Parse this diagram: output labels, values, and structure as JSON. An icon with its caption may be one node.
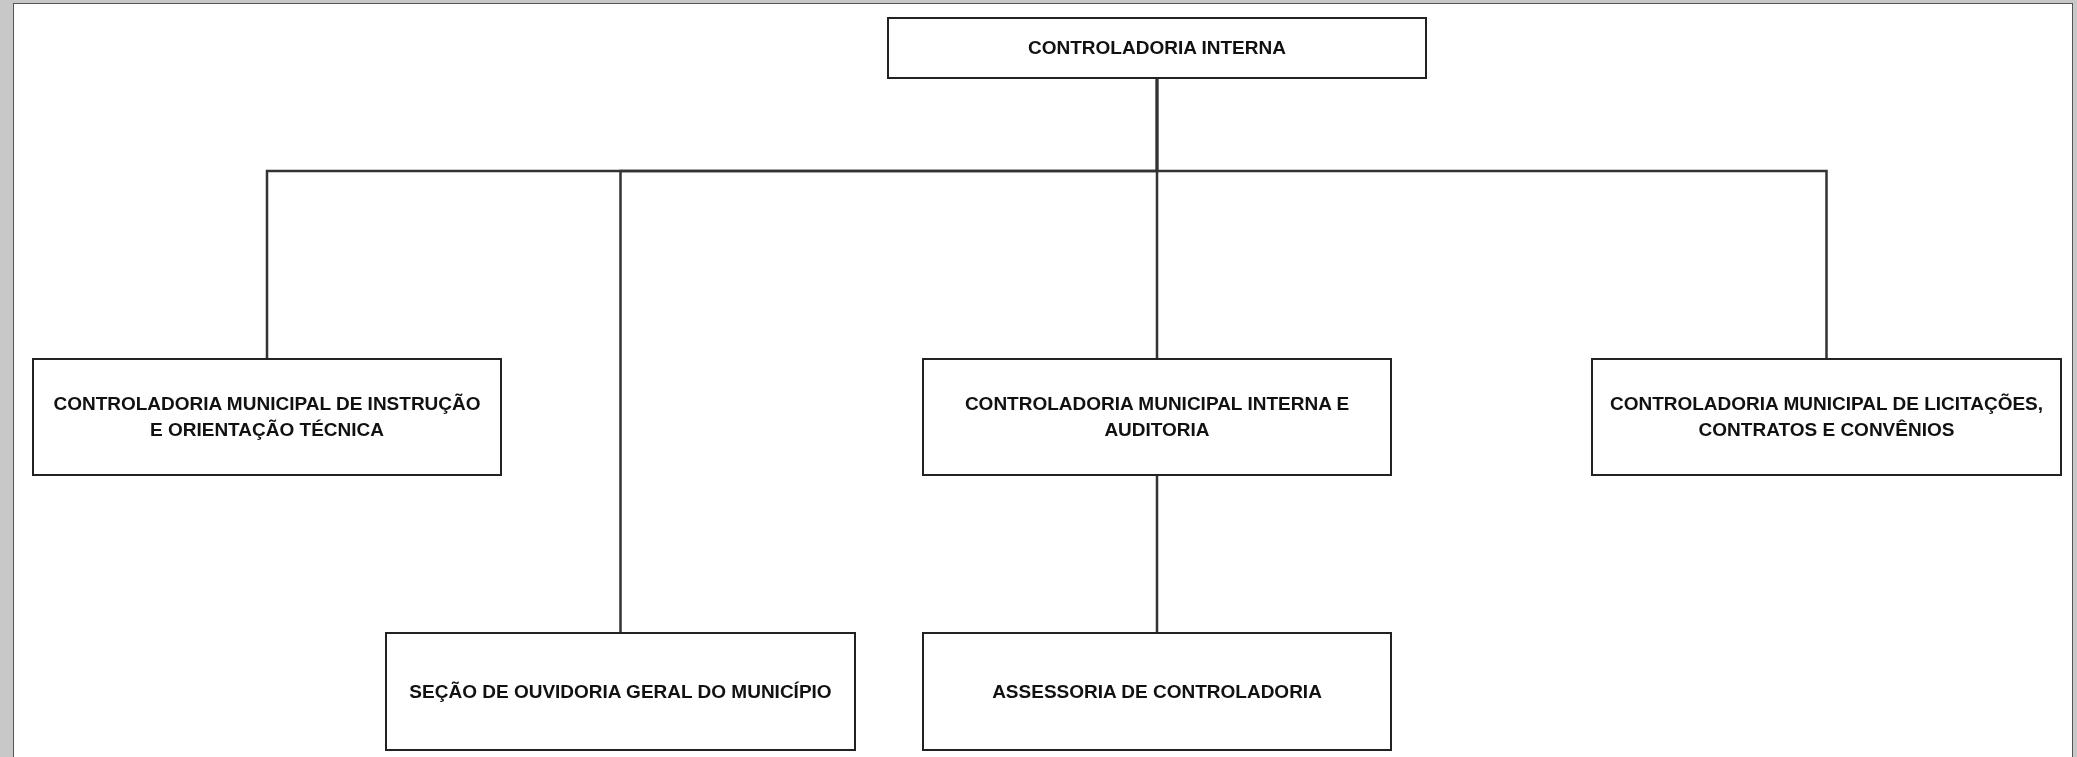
{
  "diagram": {
    "nodes": [
      {
        "text": [
          "CONTROLADORIA INTERNA"
        ]
      },
      {
        "text": [
          "CONTROLADORIA MUNICIPAL DE INSTRUÇÃO E ORIENTAÇÃO TÉCNICA"
        ]
      },
      {
        "text": [
          "CONTROLADORIA MUNICIPAL INTERNA E AUDITORIA"
        ]
      },
      {
        "text": [
          "CONTROLADORIA MUNICIPAL DE LICITAÇÕES, CONTRATOS E CONVÊNIOS"
        ]
      },
      {
        "text": [
          "SEÇÃO DE OUVIDORIA GERAL DO MUNICÍPIO"
        ]
      },
      {
        "text": [
          "ASSESSORIA DE CONTROLADORIA"
        ]
      }
    ],
    "edges": [
      {
        "from": 0,
        "to": 1,
        "arrow": "none"
      },
      {
        "from": 0,
        "to": 4,
        "arrow": "none"
      },
      {
        "from": 0,
        "to": 2,
        "arrow": "none"
      },
      {
        "from": 0,
        "to": 3,
        "arrow": "none"
      },
      {
        "from": 2,
        "to": 5,
        "arrow": "none"
      }
    ]
  }
}
